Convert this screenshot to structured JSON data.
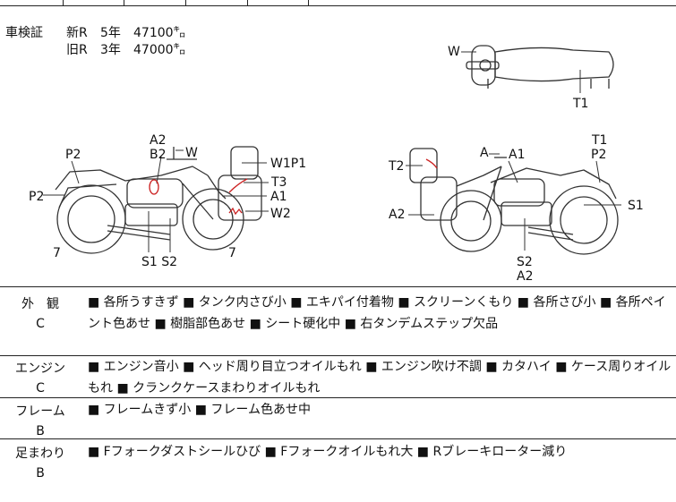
{
  "inspection": {
    "label": "車検証",
    "new_row": {
      "type": "新R",
      "years": "5年",
      "km": "47100㌔"
    },
    "old_row": {
      "type": "旧R",
      "years": "3年",
      "km": "47000㌔"
    }
  },
  "diagram_labels": {
    "top": {
      "w": "W",
      "t1": "T1"
    },
    "left": {
      "a2": "A2",
      "b2": "B2",
      "w": "W",
      "p2_top": "P2",
      "p2_side": "P2",
      "w1p1": "W1P1",
      "t3": "T3",
      "a1": "A1",
      "w2": "W2",
      "seven_left": "7",
      "seven_right": "7",
      "s1s2": "S1 S2"
    },
    "right": {
      "a": "A",
      "a1": "A1",
      "t1": "T1",
      "p2": "P2",
      "t2": "T2",
      "a2": "A2",
      "s1": "S1",
      "s2": "S2",
      "a2_bottom": "A2"
    }
  },
  "sections": [
    {
      "title": "外　観",
      "grade": "C",
      "note": "■ 各所うすきず ■ タンク内さび小 ■ エキパイ付着物 ■ スクリーンくもり ■ 各所さび小 ■ 各所ペイント色あせ ■ 樹脂部色あせ ■ シート硬化中 ■ 右タンデムステップ欠品"
    },
    {
      "title": "エンジン",
      "grade": "C",
      "note": "■ エンジン音小 ■ ヘッド周り目立つオイルもれ ■ エンジン吹け不調 ■ カタハイ ■ ケース周りオイルもれ ■ クランクケースまわりオイルもれ"
    },
    {
      "title": "フレーム",
      "grade": "B",
      "note": "■ フレームきず小 ■ フレーム色あせ中"
    },
    {
      "title": "足まわり",
      "grade": "B",
      "note": "■ Fフォークダストシールひび ■ Fフォークオイルもれ大 ■ Rブレーキローター減り"
    }
  ],
  "colors": {
    "line": "#222222",
    "mark": "#cc2222"
  }
}
